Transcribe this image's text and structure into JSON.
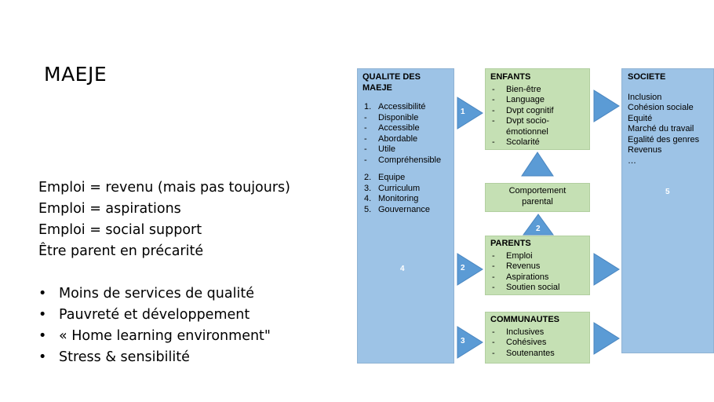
{
  "slide": {
    "title": "MAEJE",
    "lines": [
      "Emploi = revenu (mais pas toujours)",
      "Emploi = aspirations",
      "Emploi = social support",
      "Être parent en précarité"
    ],
    "bullets": [
      "Moins de services de qualité",
      "Pauvreté et développement",
      "« Home learning environment\"",
      "Stress & sensibilité"
    ]
  },
  "diagram": {
    "qualite": {
      "title": "QUALITE DES MAEJE",
      "item1": "Accessibilité",
      "sub": [
        "Disponible",
        "Accessible",
        "Abordable",
        "Utile",
        "Compréhensible"
      ],
      "items": [
        "Equipe",
        "Curriculum",
        "Monitoring",
        "Gouvernance"
      ],
      "nums": [
        "1.",
        "2.",
        "3.",
        "4.",
        "5."
      ],
      "label": "4"
    },
    "enfants": {
      "title": "ENFANTS",
      "items": [
        "Bien-être",
        "Language",
        "Dvpt cognitif",
        "Dvpt socio-émotionnel",
        "Scolarité"
      ]
    },
    "comportement": {
      "text": "Comportement parental"
    },
    "parents": {
      "title": "PARENTS",
      "items": [
        "Emploi",
        "Revenus",
        "Aspirations",
        "Soutien social"
      ]
    },
    "communautes": {
      "title": "COMMUNAUTES",
      "items": [
        "Inclusives",
        "Cohésives",
        "Soutenantes"
      ]
    },
    "societe": {
      "title": "SOCIETE",
      "items": [
        "Inclusion",
        "Cohésion sociale",
        "Equité",
        "Marché du travail",
        "Egalité des genres",
        "Revenus",
        "…"
      ],
      "label": "5"
    },
    "arrow_labels": [
      "1",
      "2",
      "3",
      "2"
    ],
    "colors": {
      "blue": "#9dc3e6",
      "green": "#c5e0b4",
      "arrow": "#5b9bd5"
    }
  }
}
